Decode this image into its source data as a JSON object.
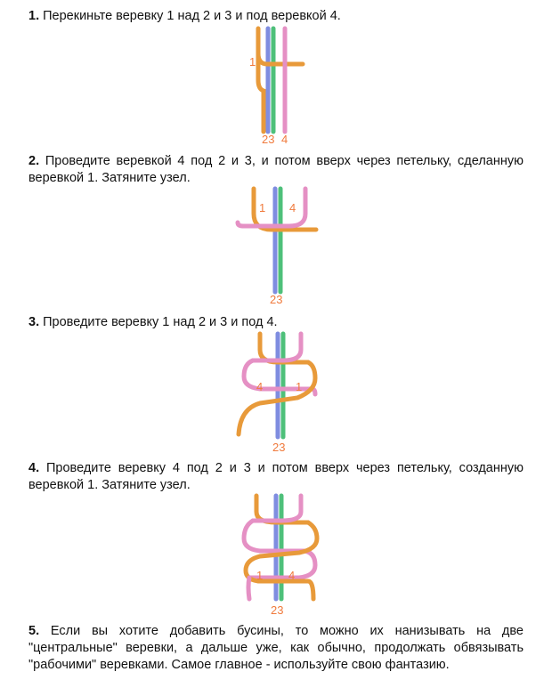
{
  "colors": {
    "cord_outer_a": "#e89a3a",
    "cord_outer_b": "#e590c4",
    "cord_center_a": "#7f8de0",
    "cord_center_b": "#4ec07a",
    "label": "#f07a3c"
  },
  "steps": [
    {
      "number": "1.",
      "text": " Перекиньте веревку 1 над 2 и 3 и под веревкой 4.",
      "labels": {
        "left": "1",
        "bottom_center": "23",
        "bottom_right": "4"
      }
    },
    {
      "number": "2.",
      "text": " Проведите веревкой 4 под 2 и 3, и потом вверх через петельку, сделанную веревкой 1. Затяните узел.",
      "labels": {
        "left": "1",
        "right": "4",
        "bottom_center": "23"
      }
    },
    {
      "number": "3.",
      "text": " Проведите веревку 1 над 2 и 3 и под 4.",
      "labels": {
        "left": "4",
        "right": "1",
        "bottom_center": "23"
      }
    },
    {
      "number": "4.",
      "text": " Проведите веревку 4 под 2 и 3 и потом вверх через петельку, созданную веревкой 1. Затяните узел.",
      "labels": {
        "left": "1",
        "right": "4",
        "bottom_center": "23"
      }
    },
    {
      "number": "5.",
      "text": " Если вы хотите добавить бусины, то можно их нанизывать на две \"центральные\" веревки, а дальше уже, как обычно, продолжать обвязывать \"рабочими\" веревками. Самое главное - используйте свою фантазию."
    }
  ]
}
